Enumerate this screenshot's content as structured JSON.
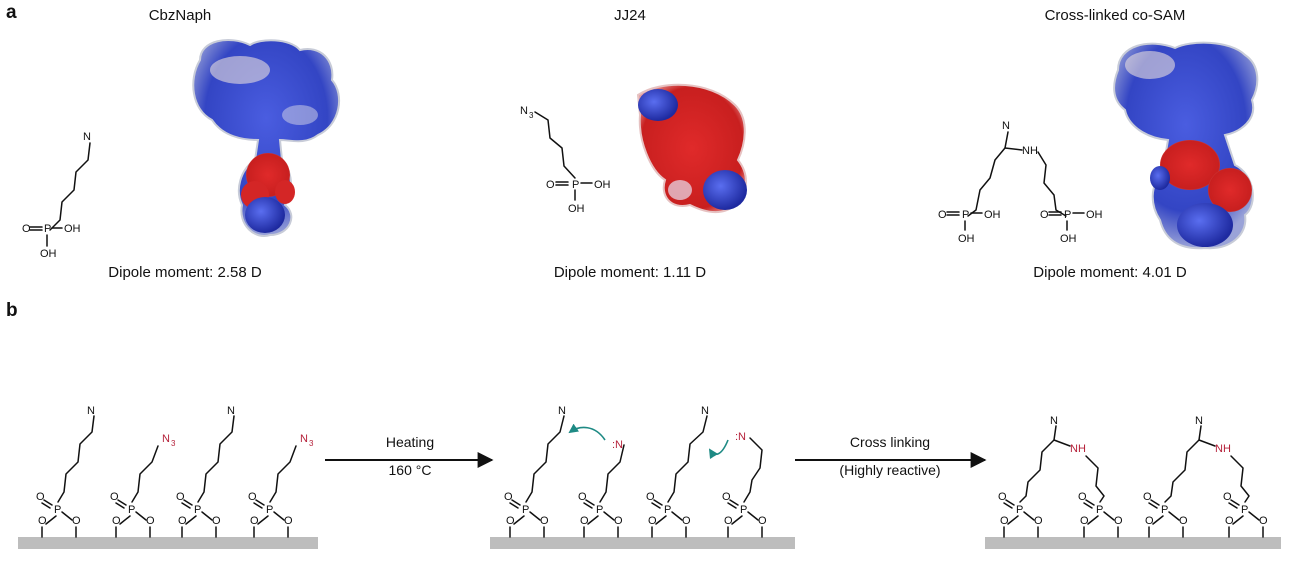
{
  "panel_a": {
    "letter": "a",
    "molecules": [
      {
        "name": "CbzNaph",
        "dipole": "Dipole moment: 2.58 D"
      },
      {
        "name": "JJ24",
        "dipole": "Dipole moment: 1.11 D"
      },
      {
        "name": "Cross-linked co-SAM",
        "dipole": "Dipole moment: 4.01 D"
      }
    ]
  },
  "panel_b": {
    "letter": "b",
    "step1": {
      "label": "Heating",
      "condition": "160 °C"
    },
    "step2": {
      "label": "Cross linking",
      "condition": "(Highly reactive)"
    }
  },
  "atoms": {
    "N": "N",
    "P": "P",
    "O": "O",
    "OH": "OH",
    "NH": "NH",
    "N3": "N",
    "N3_sub": "3",
    "lone_pair": ":N"
  },
  "colors": {
    "esp_positive": "#2b3fb8",
    "esp_negative": "#d42020",
    "azide_red": "#b5213a",
    "curved_arrow": "#1e8a84",
    "substrate": "#bdbdbd"
  }
}
